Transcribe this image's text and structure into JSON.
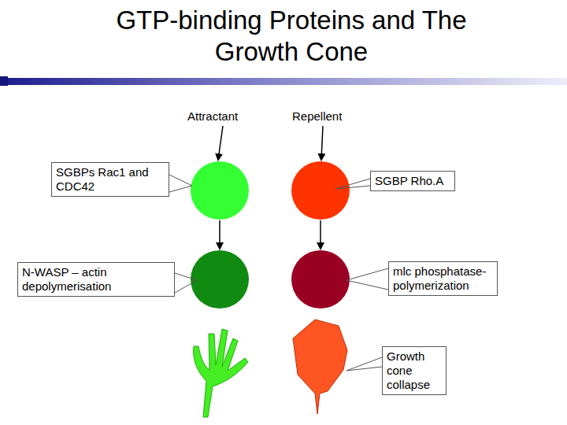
{
  "diagram": {
    "title": "GTP-binding Proteins and The Growth Cone",
    "nodes": [
      {
        "text": [
          "SGBPs Rac1 and CDC42"
        ]
      },
      {
        "text": [
          "SGBP Rho.A"
        ]
      },
      {
        "text": [
          "N-WASP – actin depolymerisation"
        ]
      },
      {
        "text": [
          "mlc phosphatase- polymerization"
        ]
      },
      {
        "text": [
          "Growth cone collapse"
        ]
      }
    ],
    "labels": [
      "Attractant",
      "Repellent"
    ]
  }
}
